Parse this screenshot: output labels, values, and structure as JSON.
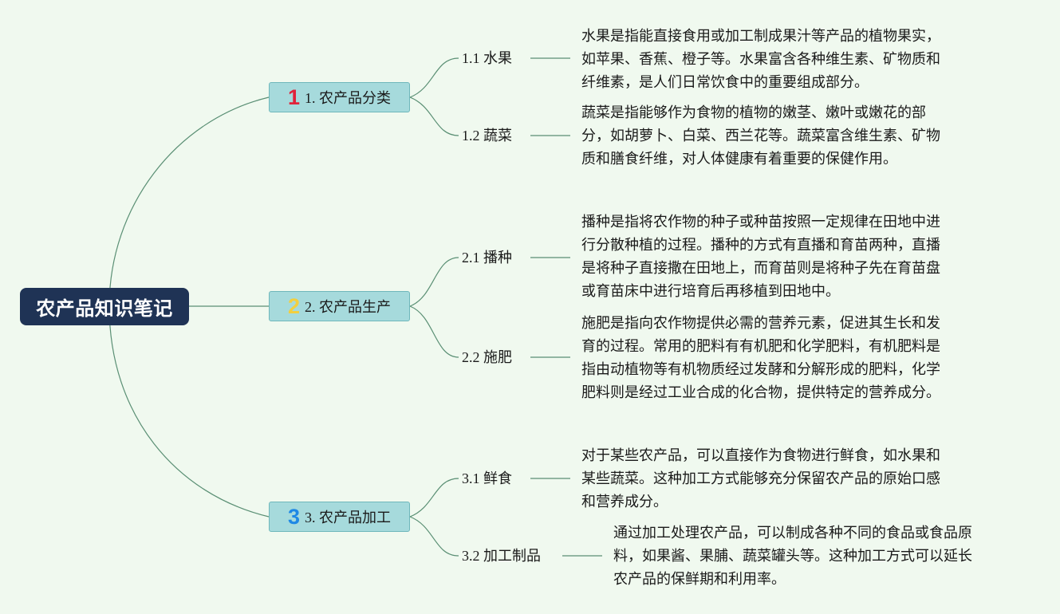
{
  "root": {
    "label": "农产品知识笔记"
  },
  "colors": {
    "root_bg": "#1f3355",
    "branch_bg": "#a6dadc",
    "badge_1": "#e0223a",
    "badge_2": "#f2cf3f",
    "badge_3": "#1e88e5",
    "connector": "#5a8f74",
    "background": "#f0f9ef"
  },
  "branches": [
    {
      "badge": "1",
      "label": "1. 农产品分类",
      "children": [
        {
          "label": "1.1 水果",
          "desc": [
            "水果是指能直接食用或加工制成果汁等产品的植物果实，",
            "如苹果、香蕉、橙子等。水果富含各种维生素、矿物质和",
            "纤维素，是人们日常饮食中的重要组成部分。"
          ]
        },
        {
          "label": "1.2 蔬菜",
          "desc": [
            "蔬菜是指能够作为食物的植物的嫩茎、嫩叶或嫩花的部",
            "分，如胡萝卜、白菜、西兰花等。蔬菜富含维生素、矿物",
            "质和膳食纤维，对人体健康有着重要的保健作用。"
          ]
        }
      ]
    },
    {
      "badge": "2",
      "label": "2. 农产品生产",
      "children": [
        {
          "label": "2.1 播种",
          "desc": [
            "播种是指将农作物的种子或种苗按照一定规律在田地中进",
            "行分散种植的过程。播种的方式有直播和育苗两种，直播",
            "是将种子直接撒在田地上，而育苗则是将种子先在育苗盘",
            "或育苗床中进行培育后再移植到田地中。"
          ]
        },
        {
          "label": "2.2 施肥",
          "desc": [
            "施肥是指向农作物提供必需的营养元素，促进其生长和发",
            "育的过程。常用的肥料有有机肥和化学肥料，有机肥料是",
            "指由动植物等有机物质经过发酵和分解形成的肥料，化学",
            "肥料则是经过工业合成的化合物，提供特定的营养成分。"
          ]
        }
      ]
    },
    {
      "badge": "3",
      "label": "3. 农产品加工",
      "children": [
        {
          "label": "3.1 鲜食",
          "desc": [
            "对于某些农产品，可以直接作为食物进行鲜食，如水果和",
            "某些蔬菜。这种加工方式能够充分保留农产品的原始口感",
            "和营养成分。"
          ]
        },
        {
          "label": "3.2 加工制品",
          "desc": [
            "通过加工处理农产品，可以制成各种不同的食品或食品原",
            "料，如果酱、果脯、蔬菜罐头等。这种加工方式可以延长",
            "农产品的保鲜期和利用率。"
          ]
        }
      ]
    }
  ]
}
